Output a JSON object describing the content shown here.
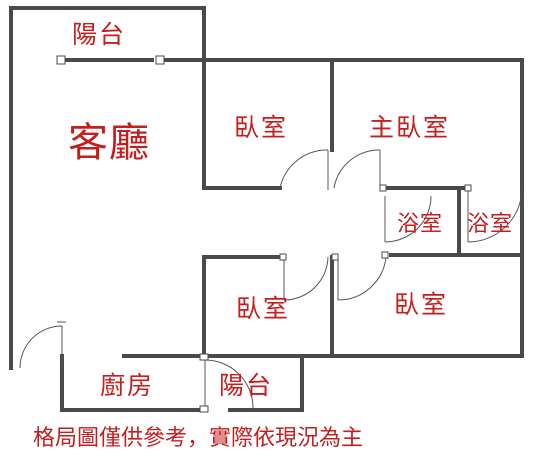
{
  "rooms": {
    "balcony_top": "陽台",
    "living_room": "客廳",
    "bedroom_upper_left": "臥室",
    "master_bedroom": "主臥室",
    "bathroom_1": "浴室",
    "bathroom_2": "浴室",
    "bedroom_lower_left": "臥室",
    "bedroom_lower_right": "臥室",
    "kitchen": "廚房",
    "balcony_bottom": "陽台"
  },
  "footer": {
    "disclaimer": "格局圖僅供參考，實際依現況為主"
  },
  "colors": {
    "label_red": "#c41e1e",
    "wall_gray": "#4a4a4a",
    "background": "#ffffff"
  }
}
